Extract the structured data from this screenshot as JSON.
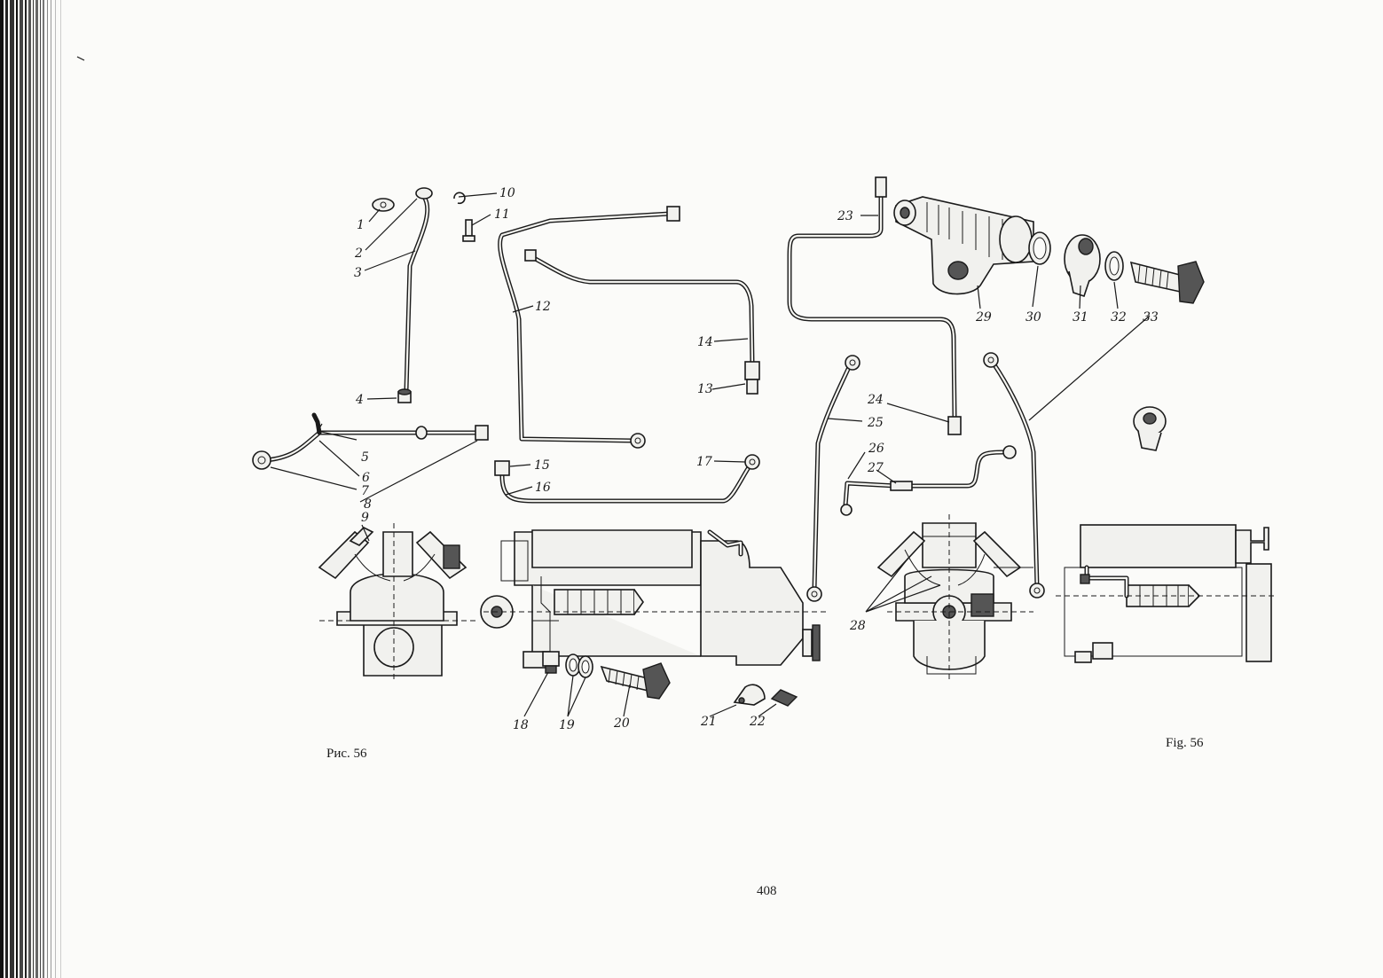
{
  "figure": {
    "caption_ru": "Рис. 56",
    "caption_en": "Fig. 56",
    "page_number": "408"
  },
  "callouts": [
    "1",
    "2",
    "3",
    "4",
    "5",
    "6",
    "7",
    "8",
    "9",
    "10",
    "11",
    "12",
    "13",
    "14",
    "15",
    "16",
    "17",
    "18",
    "19",
    "20",
    "21",
    "22",
    "23",
    "24",
    "25",
    "26",
    "27",
    "28",
    "29",
    "30",
    "31",
    "32",
    "33"
  ]
}
